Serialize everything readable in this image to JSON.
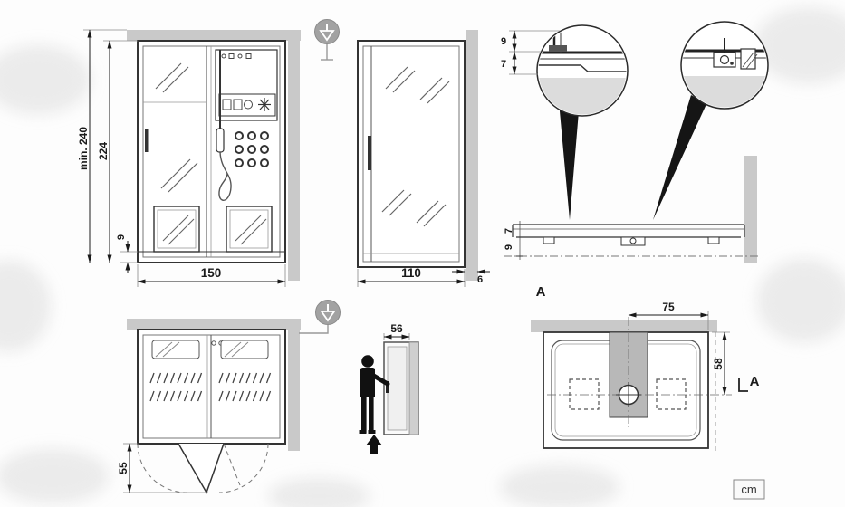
{
  "meta": {
    "units": "cm"
  },
  "front_view": {
    "dims": {
      "min_height": "min. 240",
      "height": "224",
      "tray_height": "9",
      "width": "150"
    }
  },
  "side_view": {
    "dims": {
      "depth": "110",
      "wall_gap": "6"
    }
  },
  "detail_view": {
    "dims": {
      "top_offset": "9",
      "frame_depth": "7",
      "tray_lip": "7",
      "tray_height": "9"
    },
    "section_label": "A"
  },
  "plan_view": {
    "dims": {
      "door_swing": "55"
    }
  },
  "entry_view": {
    "dims": {
      "door_width": "56"
    }
  },
  "tray_view": {
    "dims": {
      "drain_offset": "75",
      "drain_center": "58"
    },
    "section_label": "A"
  }
}
